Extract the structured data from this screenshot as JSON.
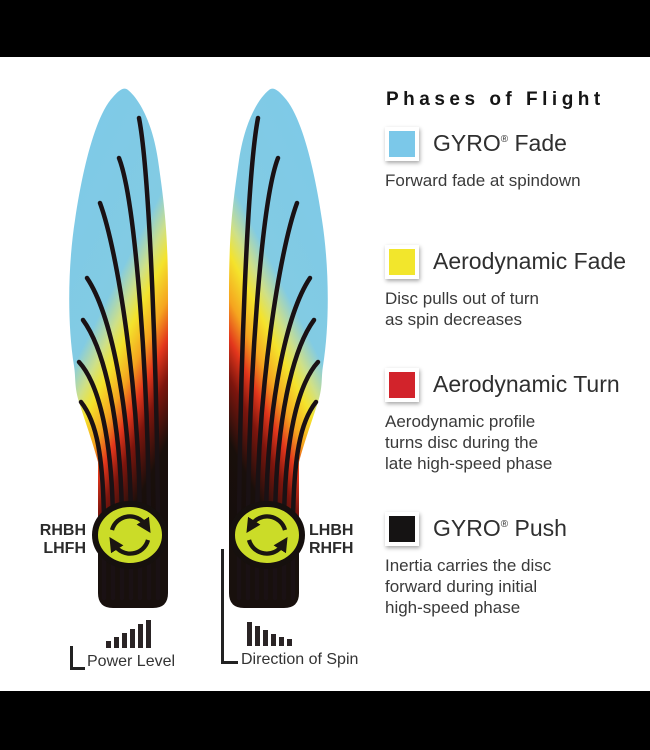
{
  "legend": {
    "title": "Phases of Flight",
    "items": [
      {
        "swatch": "gyro-fade-swatch",
        "swatch_color": "#7bc8e9",
        "title_main": "GYRO",
        "title_sup": "®",
        "title_rest": " Fade",
        "desc": [
          "Forward fade at spindown"
        ]
      },
      {
        "swatch": "aerodynamic-fade-swatch",
        "swatch_color": "#f2e62c",
        "title_main": "Aerodynamic Fade",
        "title_sup": "",
        "title_rest": "",
        "desc": [
          "Disc pulls out of turn",
          "as spin decreases"
        ]
      },
      {
        "swatch": "aerodynamic-turn-swatch",
        "swatch_color": "#d2232b",
        "title_main": "Aerodynamic Turn",
        "title_sup": "",
        "title_rest": "",
        "desc": [
          "Aerodynamic profile",
          "turns disc during the",
          "late high-speed phase"
        ]
      },
      {
        "swatch": "gyro-push-swatch",
        "swatch_color": "#151313",
        "title_main": "GYRO",
        "title_sup": "®",
        "title_rest": " Push",
        "desc": [
          "Inertia carries the disc",
          "forward during initial",
          "high-speed phase"
        ]
      }
    ]
  },
  "diagram": {
    "left_flight": {
      "label_line1": "RHBH",
      "label_line2": "LHFH",
      "spin_direction": "clockwise"
    },
    "right_flight": {
      "label_line1": "LHBH",
      "label_line2": "RHFH",
      "spin_direction": "counterclockwise"
    },
    "power_label": "Power Level",
    "spin_label": "Direction of Spin",
    "power_bars": [
      7,
      11,
      15,
      19,
      24,
      28
    ],
    "spin_bars": [
      24,
      20,
      16,
      12,
      9,
      7
    ],
    "colors": {
      "gyro_fade_blue": "#7bc8e9",
      "aero_fade_yellow": "#f2e62c",
      "aero_turn_red": "#d2232b",
      "gyro_push_black": "#151313",
      "spin_circle_green": "#cbdc28",
      "letterbox_bar": "#000000"
    }
  }
}
